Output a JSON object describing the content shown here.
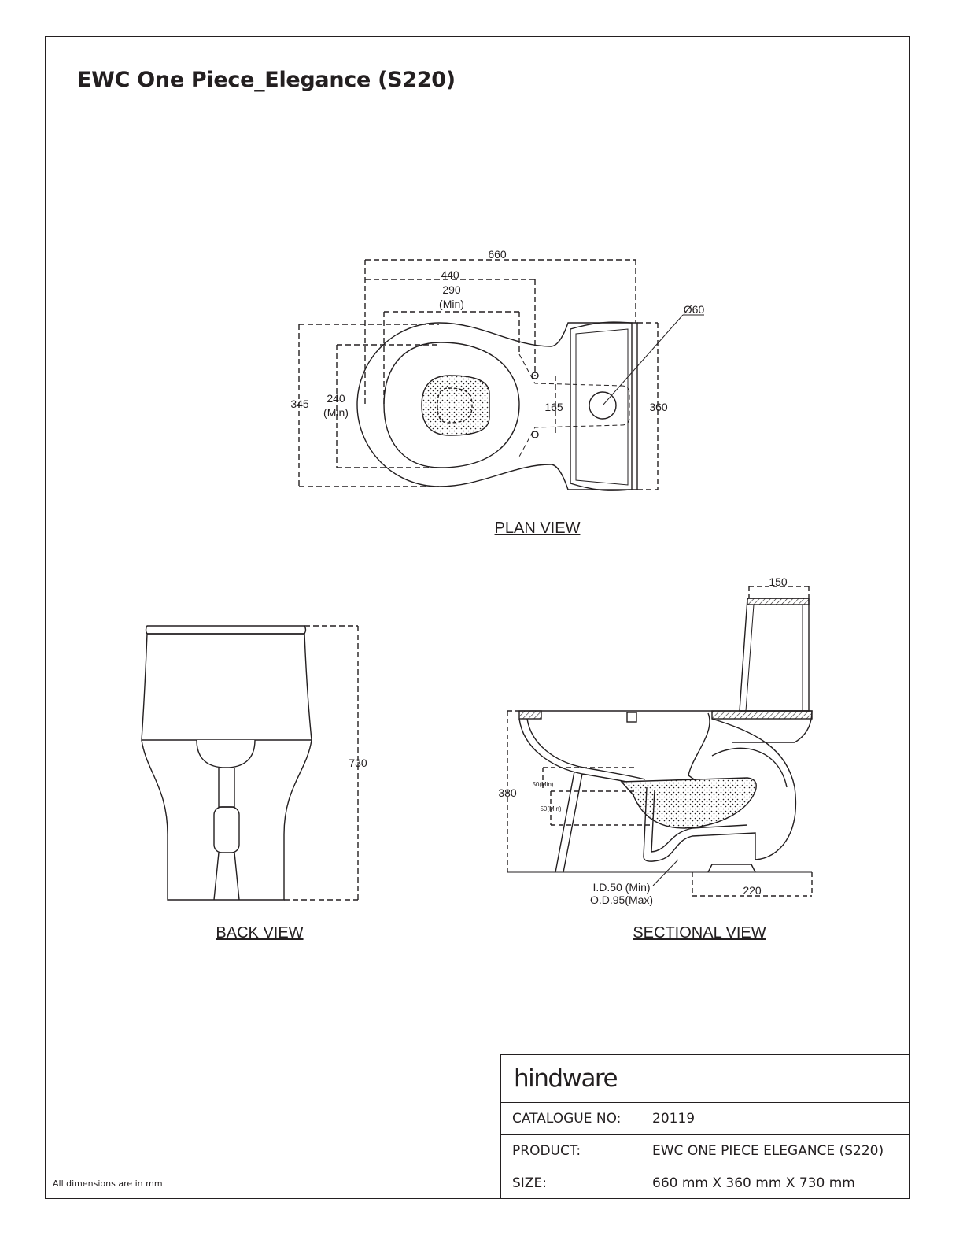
{
  "title": "EWC One Piece_Elegance (S220)",
  "note": "All dimensions are in mm",
  "views": {
    "plan": {
      "label": "PLAN VIEW",
      "dims": {
        "overall_length": "660",
        "bowl_length": "440",
        "seat_min": "290",
        "seat_min_note": "(Min)",
        "diameter": "Ø60",
        "bowl_width": "345",
        "seat_width": "240",
        "seat_width_note": "(Min)",
        "bolt_spacing": "165",
        "tank_width": "360"
      }
    },
    "back": {
      "label": "BACK VIEW",
      "dims": {
        "height": "730"
      }
    },
    "sectional": {
      "label": "SECTIONAL VIEW",
      "dims": {
        "tank_depth": "150",
        "rim_height": "380",
        "water_seal_1": "50(Min)",
        "water_seal_2": "50(Min)",
        "outlet_id": "I.D.50 (Min)",
        "outlet_od": "O.D.95(Max)",
        "rough_in": "220"
      }
    }
  },
  "title_block": {
    "brand": "hindware",
    "rows": [
      {
        "key": "CATALOGUE NO:",
        "value": "20119"
      },
      {
        "key": "PRODUCT:",
        "value": "EWC ONE PIECE ELEGANCE (S220)"
      },
      {
        "key": "SIZE:",
        "value": "660 mm X 360 mm X 730 mm"
      }
    ]
  }
}
